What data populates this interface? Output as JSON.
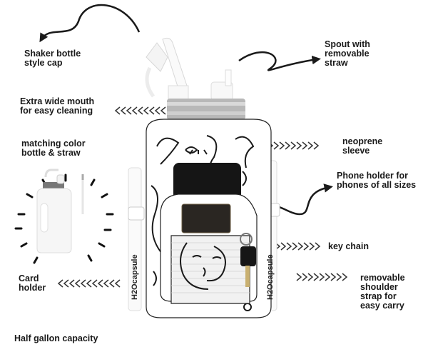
{
  "labels": {
    "shaker_cap": [
      "Shaker bottle",
      "style cap"
    ],
    "spout": [
      "Spout with",
      "removable",
      "straw"
    ],
    "wide_mouth": [
      "Extra wide mouth",
      "for easy cleaning"
    ],
    "matching": [
      "matching color",
      "bottle & straw"
    ],
    "neoprene": [
      "neoprene",
      "sleeve"
    ],
    "phone_holder": [
      "Phone holder for",
      "phones of all sizes"
    ],
    "key_chain": [
      "key chain"
    ],
    "card_holder": [
      "Card",
      "holder"
    ],
    "shoulder_strap": [
      "removable",
      "shoulder",
      "strap for",
      "easy carry"
    ],
    "capacity": [
      "Half gallon capacity"
    ]
  },
  "brand": {
    "strap_text": "H2Ocapsule"
  },
  "colors": {
    "text": "#1a1a1a",
    "arrow": "#1a1a1a",
    "chevron": "#333333",
    "sleeve": "#ffffff",
    "lid": "#b8b8b8",
    "phone": "#151515"
  }
}
